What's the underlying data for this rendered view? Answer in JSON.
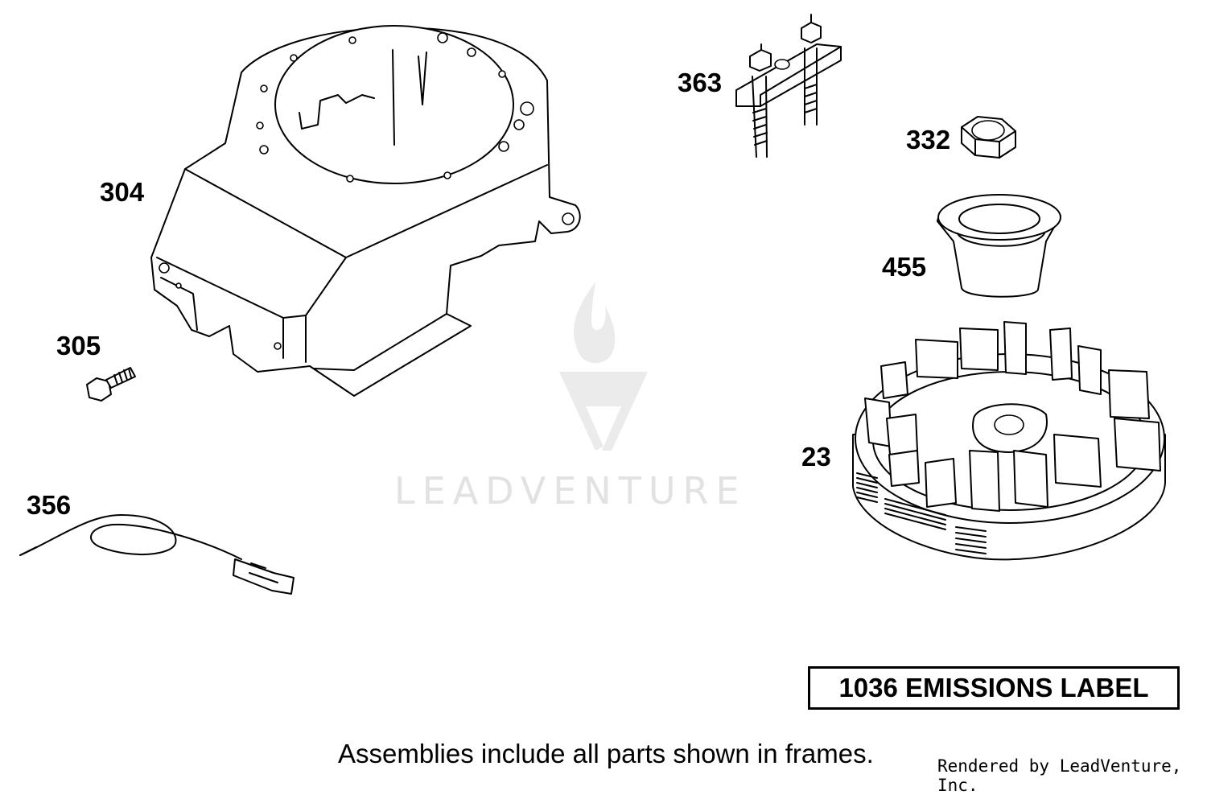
{
  "callouts": {
    "p304": "304",
    "p305": "305",
    "p356": "356",
    "p363": "363",
    "p332": "332",
    "p455": "455",
    "p23": "23"
  },
  "emissions_label": "1036 EMISSIONS LABEL",
  "footer_note": "Assemblies include all parts shown in frames.",
  "render_credit": "Rendered by LeadVenture, Inc.",
  "watermark": {
    "text": "LEADVENTURE",
    "color": "#e2e2e2"
  },
  "icons": [
    "blower-housing-icon",
    "screw-icon",
    "wire-icon",
    "bracket-icon",
    "nut-icon",
    "cup-icon",
    "flywheel-icon",
    "leadventure-logo-icon"
  ]
}
